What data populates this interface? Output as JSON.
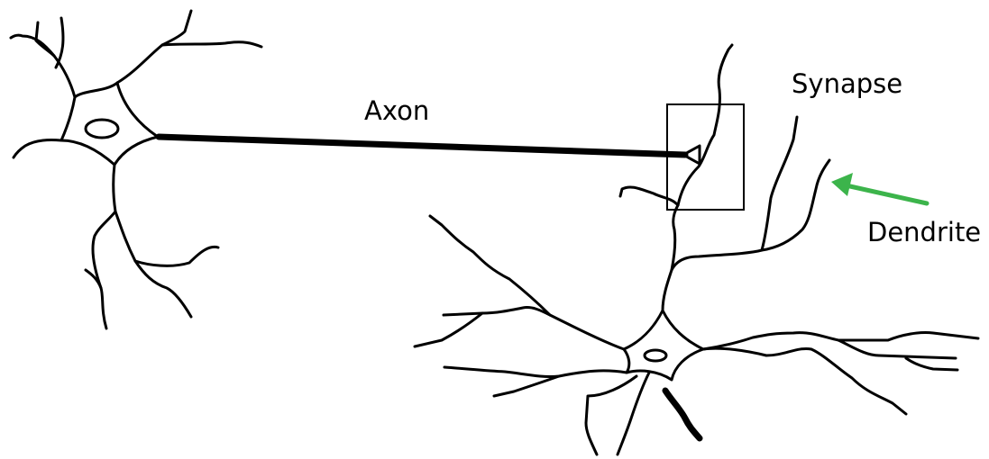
{
  "diagram": {
    "labels": {
      "axon": "Axon",
      "synapse": "Synapse",
      "dendrite": "Dendrite"
    },
    "colors": {
      "line": "#000000",
      "arrow": "#3cb44b"
    },
    "arrow_icon": "arrow-pointing-to-dendrite"
  }
}
